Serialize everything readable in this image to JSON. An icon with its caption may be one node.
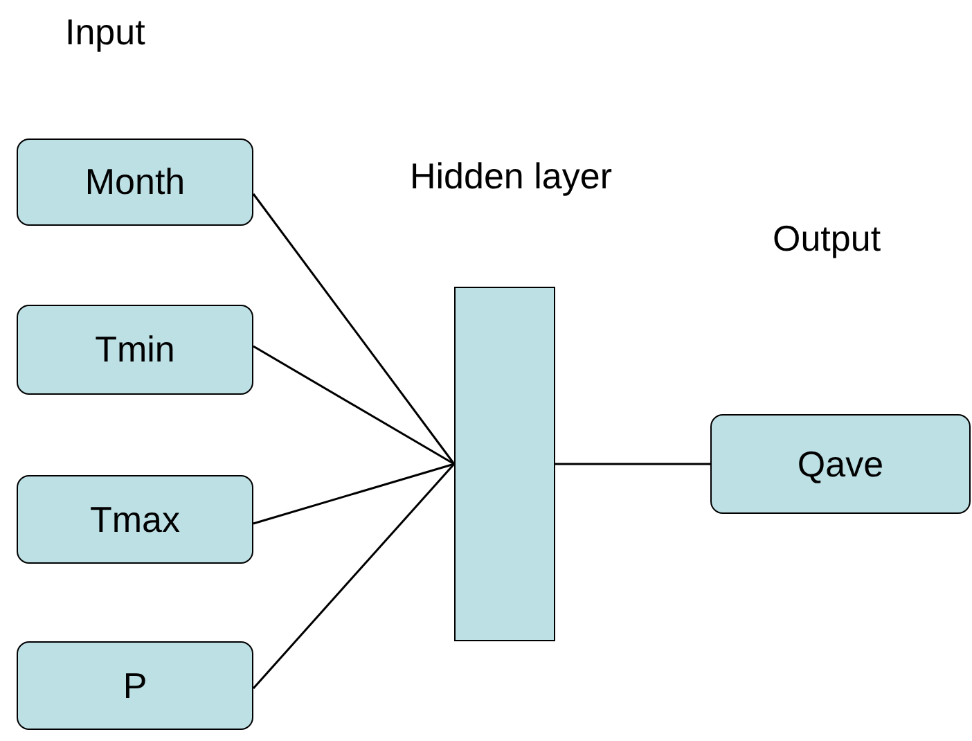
{
  "diagram": {
    "nodes": [
      {
        "text": [
          "Month"
        ]
      },
      {
        "text": [
          "Tmin"
        ]
      },
      {
        "text": [
          "Tmax"
        ]
      },
      {
        "text": [
          "P"
        ]
      },
      {
        "text": [],
        "shape": "bar"
      },
      {
        "text": [
          "Qave"
        ]
      }
    ],
    "edges": [
      {
        "from": 0,
        "to": 4,
        "arrow": "none"
      },
      {
        "from": 1,
        "to": 4,
        "arrow": "none"
      },
      {
        "from": 2,
        "to": 4,
        "arrow": "none"
      },
      {
        "from": 3,
        "to": 4,
        "arrow": "none"
      },
      {
        "from": 4,
        "to": 5,
        "arrow": "none"
      }
    ],
    "labels": [
      "Input",
      "Hidden layer",
      "Output"
    ]
  }
}
